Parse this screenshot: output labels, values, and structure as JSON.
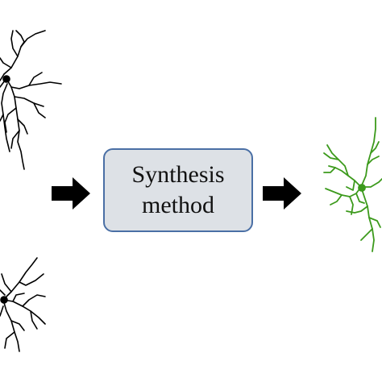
{
  "method_box": {
    "line1": "Synthesis",
    "line2": "method"
  },
  "colors": {
    "input_neuron": "#000000",
    "output_neuron": "#3c9a1c",
    "box_fill": "#dde1e6",
    "box_border": "#4a6fa5",
    "arrow": "#000000"
  },
  "icons": [
    "input-neuron-top",
    "input-neuron-bottom",
    "arrow-right",
    "output-neuron"
  ]
}
